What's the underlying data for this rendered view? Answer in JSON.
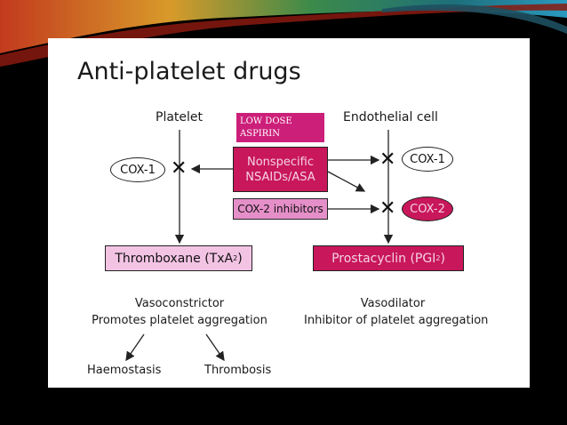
{
  "title": "Anti-platelet drugs",
  "labels": {
    "platelet": "Platelet",
    "endothelial_cell": "Endothelial cell",
    "low_dose_aspirin_line1": "LOW DOSE",
    "low_dose_aspirin_line2": "ASPIRIN",
    "cox1_left": "COX-1",
    "cox1_right": "COX-1",
    "cox2": "COX-2",
    "nsaids_line1": "Nonspecific",
    "nsaids_line2": "NSAIDs/ASA",
    "cox2_inhibitors": "COX-2 inhibitors",
    "thromboxane_text": "Thromboxane (TxA",
    "thromboxane_sub": "2",
    "thromboxane_close": ")",
    "prostacyclin_text": "Prostacyclin (PGI",
    "prostacyclin_sub": "2",
    "prostacyclin_close": ")",
    "vasoconstrictor": "Vasoconstrictor",
    "promotes": "Promotes platelet aggregation",
    "vasodilator": "Vasodilator",
    "inhibitor": "Inhibitor of platelet aggregation",
    "haemostasis": "Haemostasis",
    "thrombosis": "Thrombosis",
    "x_mark": "✕"
  },
  "colors": {
    "magenta": "#cc1f7a",
    "crimson": "#c8175a",
    "pink": "#e58fc9",
    "light_pink": "#f3c3e4"
  }
}
